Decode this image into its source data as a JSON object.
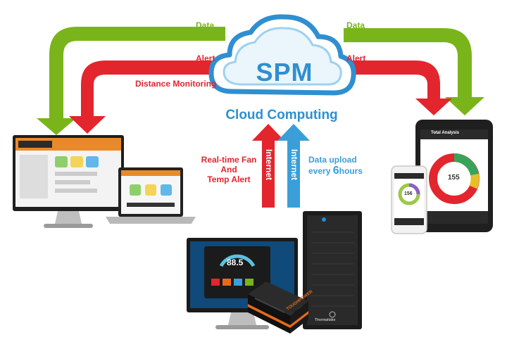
{
  "cloud": {
    "title": "SPM",
    "subtitle": "Cloud Computing"
  },
  "flows": {
    "left_data": "Data",
    "left_alert": "Alert",
    "left_distance": "Distance Monitoring",
    "right_data": "Data",
    "right_alert": "Alert",
    "internet_left": "Internet",
    "internet_right": "Internet",
    "fan_alert": [
      "Real-time Fan",
      "And",
      "Temp Alert"
    ],
    "upload_line1": "Data upload",
    "upload_line2_prefix": "every ",
    "upload_line2_num": "6",
    "upload_line2_suffix": "hours"
  },
  "devices": {
    "monitor_value": "88.5",
    "tablet_value": "155",
    "tablet_title": "Total Analysis",
    "phone_value": "156",
    "psu_brand": "TOUGHPOWER",
    "pc_brand": "Thermaltake"
  },
  "colors": {
    "green": "#79b51a",
    "red": "#e3252e",
    "blue": "#3a9fd9",
    "cloud_blue": "#2f8fd0"
  }
}
